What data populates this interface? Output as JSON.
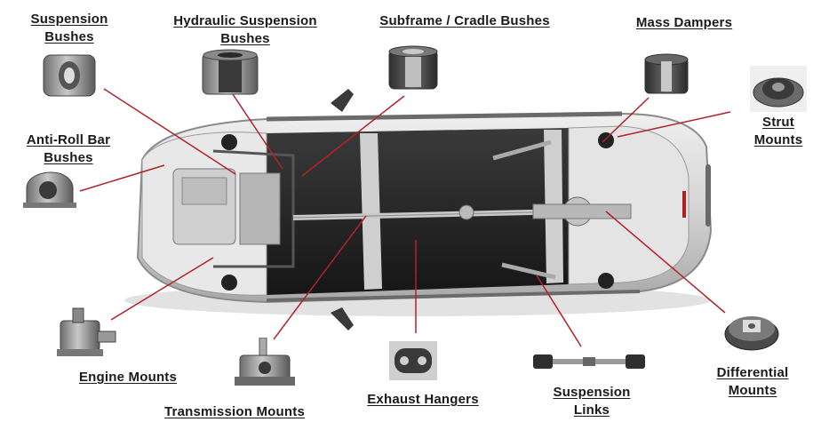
{
  "labels": {
    "suspension_bushes": [
      "Suspension",
      "Bushes"
    ],
    "hydraulic_suspension_bushes": [
      "Hydraulic Suspension",
      "Bushes"
    ],
    "subframe_cradle_bushes": "Subframe / Cradle Bushes",
    "mass_dampers": "Mass Dampers",
    "strut_mounts": [
      "Strut",
      "Mounts"
    ],
    "anti_roll_bar_bushes": [
      "Anti-Roll Bar",
      "Bushes"
    ],
    "engine_mounts": "Engine Mounts",
    "transmission_mounts": "Transmission Mounts",
    "exhaust_hangers": "Exhaust Hangers",
    "suspension_links": [
      "Suspension",
      "Links"
    ],
    "differential_mounts": [
      "Differential",
      "Mounts"
    ]
  },
  "colors": {
    "leader_line": "#b0232a",
    "label_text": "#1a1a1a",
    "car_body": "#d9d9d9",
    "cabin_floor": "#2b2b2b",
    "part_rubber": "#4a4a4a",
    "part_metal": "#9a9a9a"
  }
}
